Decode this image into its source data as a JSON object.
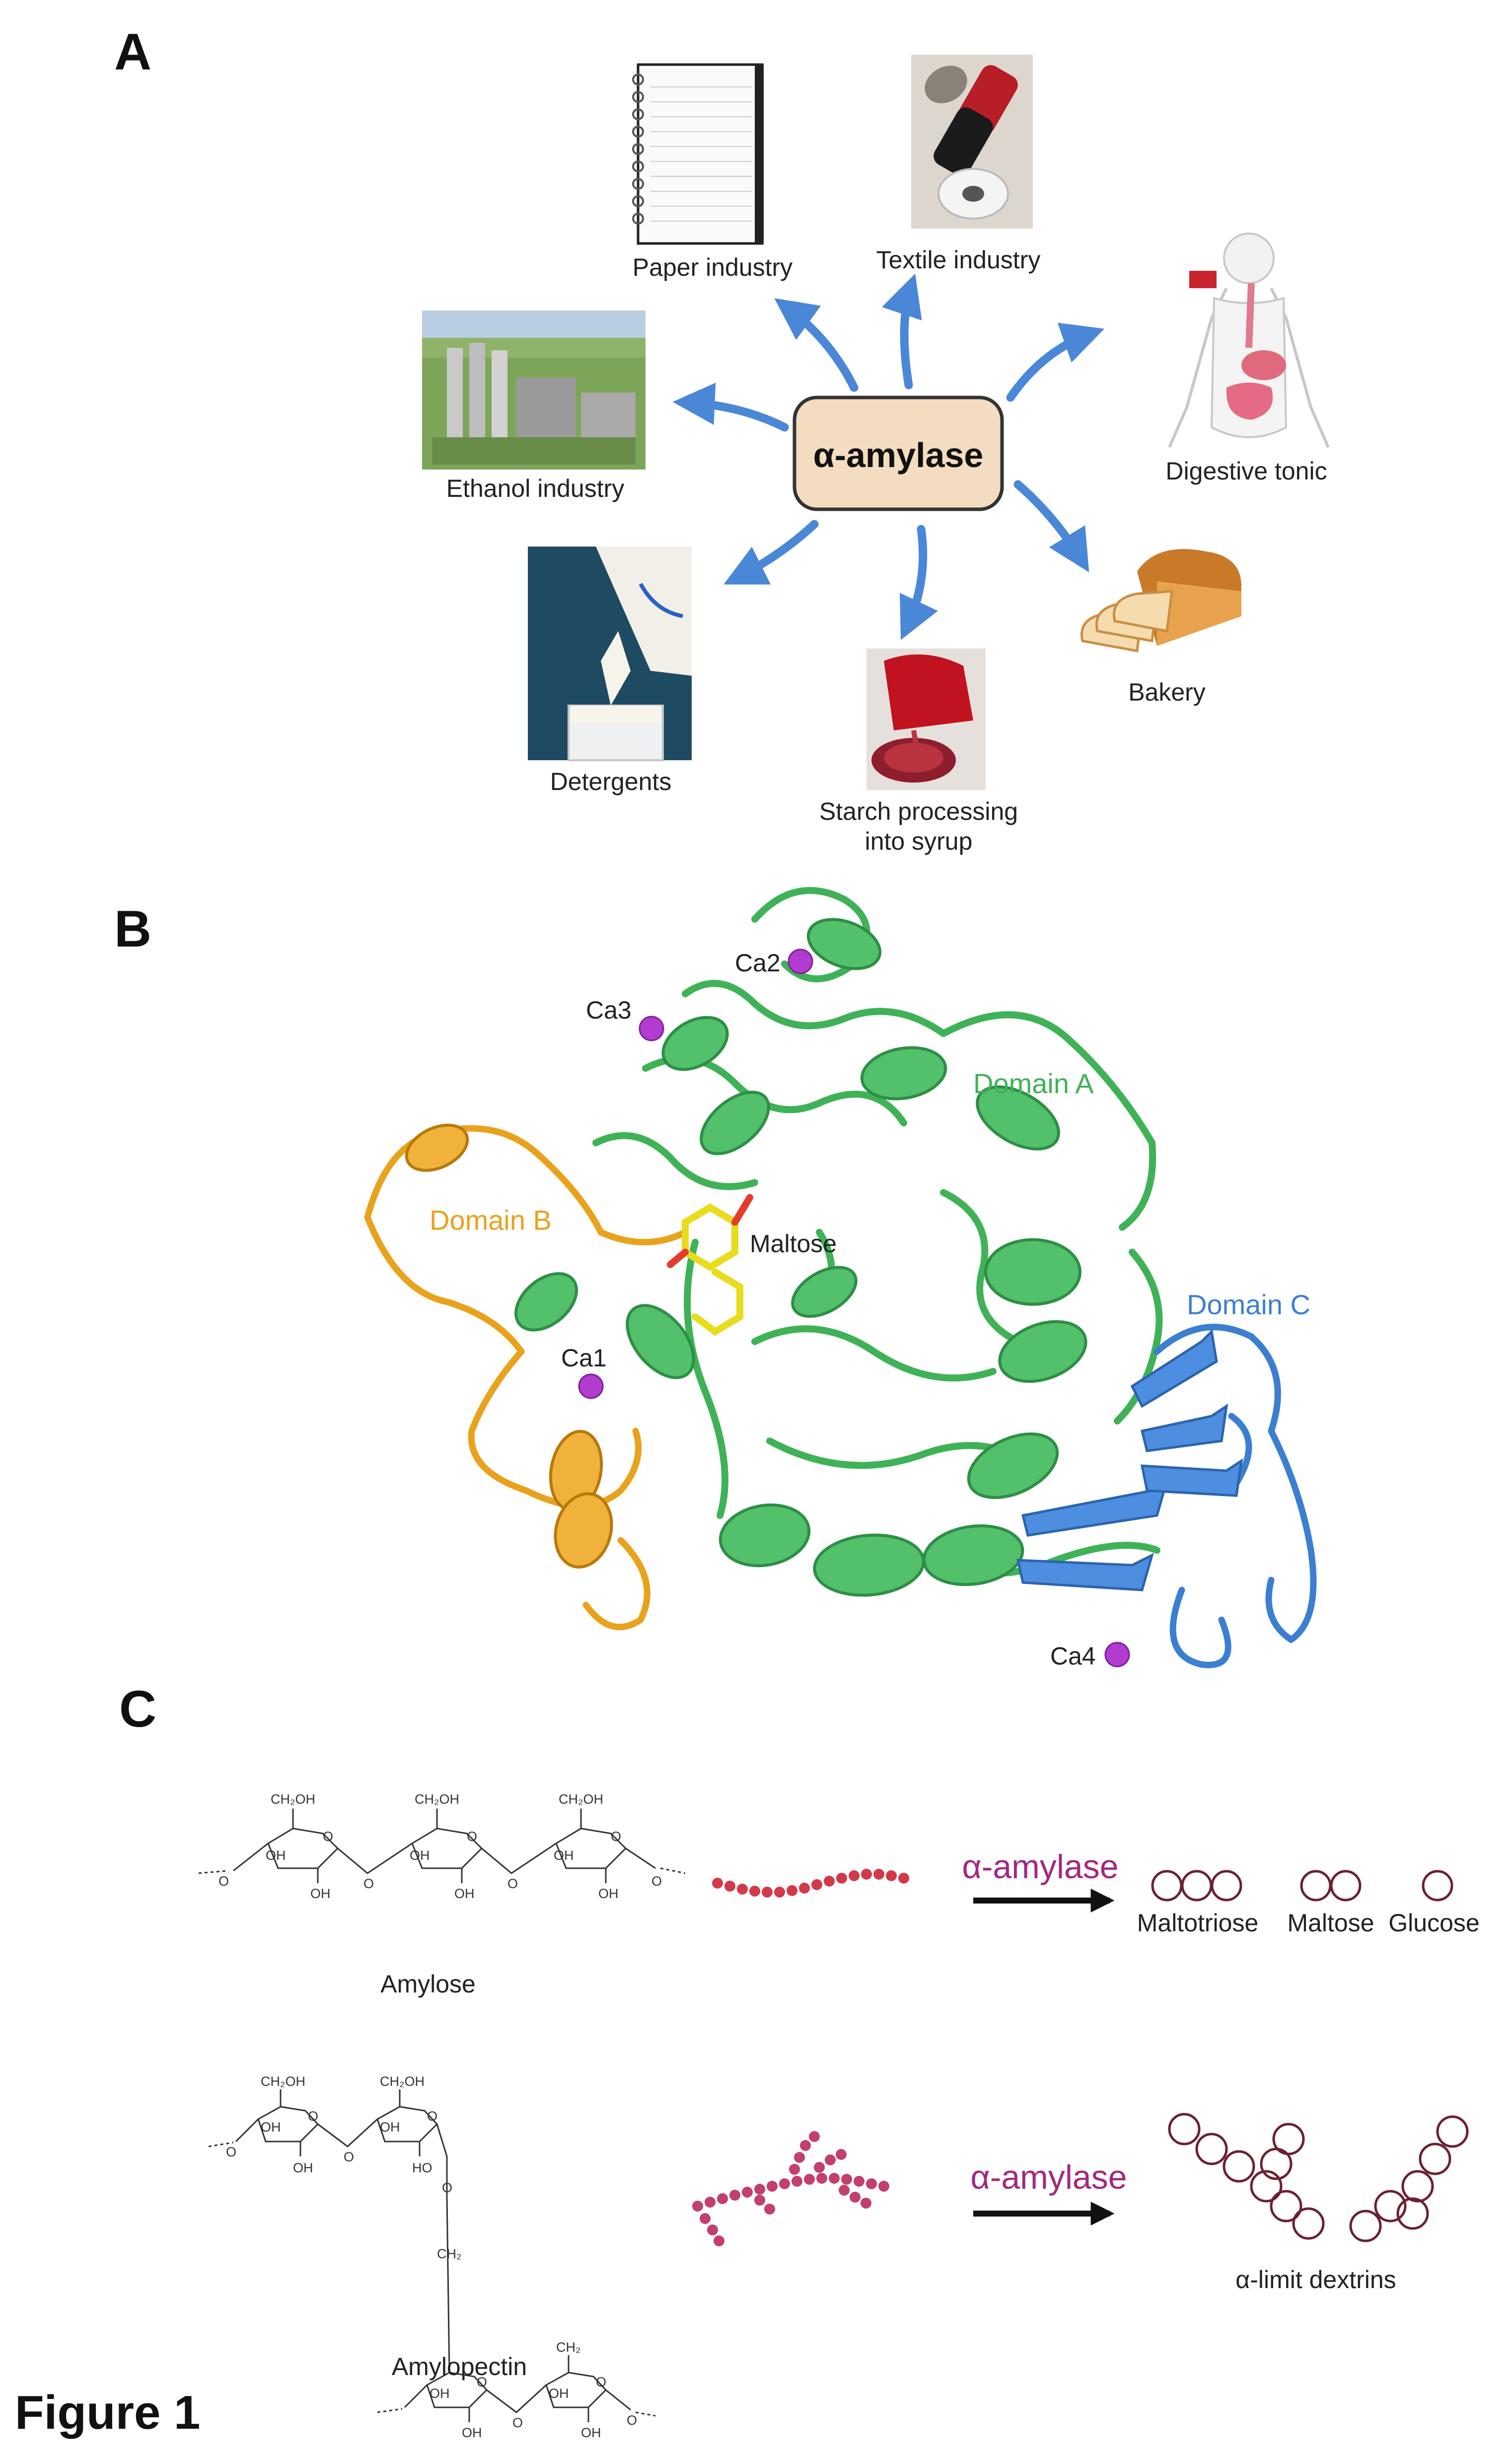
{
  "figure_label": "Figure 1",
  "panels": {
    "a": {
      "label": "A",
      "center": "α-amylase",
      "applications": [
        "Paper industry",
        "Textile industry",
        "Ethanol industry",
        "Digestive tonic",
        "Detergents",
        "Bakery",
        "Starch processing",
        "into syrup"
      ]
    },
    "b": {
      "label": "B",
      "domains": [
        "Domain A",
        "Domain B",
        "Domain C"
      ],
      "ions": [
        "Ca1",
        "Ca2",
        "Ca3",
        "Ca4"
      ],
      "ligand": "Maltose",
      "colors": {
        "domain_a": "#3fb257",
        "domain_b": "#e9a21c",
        "domain_c": "#3c7fd1",
        "calcium": "#b13ccf",
        "ligand": "#e8dc1c"
      }
    },
    "c": {
      "label": "C",
      "enzyme": "α-amylase",
      "substrates": [
        "Amylose",
        "Amylopectin"
      ],
      "products_top": [
        "Maltotriose",
        "Maltose",
        "Glucose"
      ],
      "product_bottom": "α-limit dextrins",
      "chem": {
        "ch2oh": "CH₂OH",
        "oh": "OH",
        "ho": "HO",
        "o": "O",
        "ch2": "CH₂"
      },
      "colors": {
        "bead": "#d23a4a",
        "bead_branched": "#c2406a",
        "enzyme_text": "#a3287e",
        "product_ring": "#6b2030"
      }
    }
  }
}
